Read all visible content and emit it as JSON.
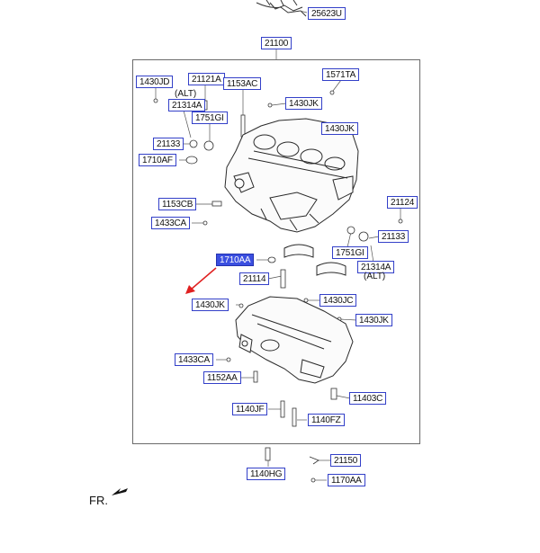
{
  "diagram": {
    "parts": {
      "p25623u": "25623U",
      "p21100": "21100",
      "p1430jd": "1430JD",
      "p21121a": "21121A",
      "p1153ac": "1153AC",
      "p1571ta": "1571TA",
      "alt_top": "(ALT)",
      "p21314a_l": "21314A",
      "p1430jk_a": "1430JK",
      "p1751gi_l": "1751GI",
      "p1430jk_b": "1430JK",
      "p21133_l": "21133",
      "p1710af": "1710AF",
      "p1153cb": "1153CB",
      "p21124": "21124",
      "p1433ca_a": "1433CA",
      "p21133_r": "21133",
      "p1751gi_r": "1751GI",
      "p1710aa": "1710AA",
      "p21314a_r": "21314A",
      "alt_bottom": "(ALT)",
      "p21114": "21114",
      "p1430jc": "1430JC",
      "p1430jk_c": "1430JK",
      "p1430jk_d": "1430JK",
      "p1433ca_b": "1433CA",
      "p1152aa": "1152AA",
      "p11403c": "11403C",
      "p1140jf": "1140JF",
      "p1140fz": "1140FZ",
      "p21150": "21150",
      "p1140hg": "1140HG",
      "p1170aa": "1170AA"
    },
    "front_label": "FR.",
    "colors": {
      "label_border": "#3340c8",
      "selected_fill": "#3b4fe0",
      "pointer_arrow": "#e02020"
    }
  }
}
